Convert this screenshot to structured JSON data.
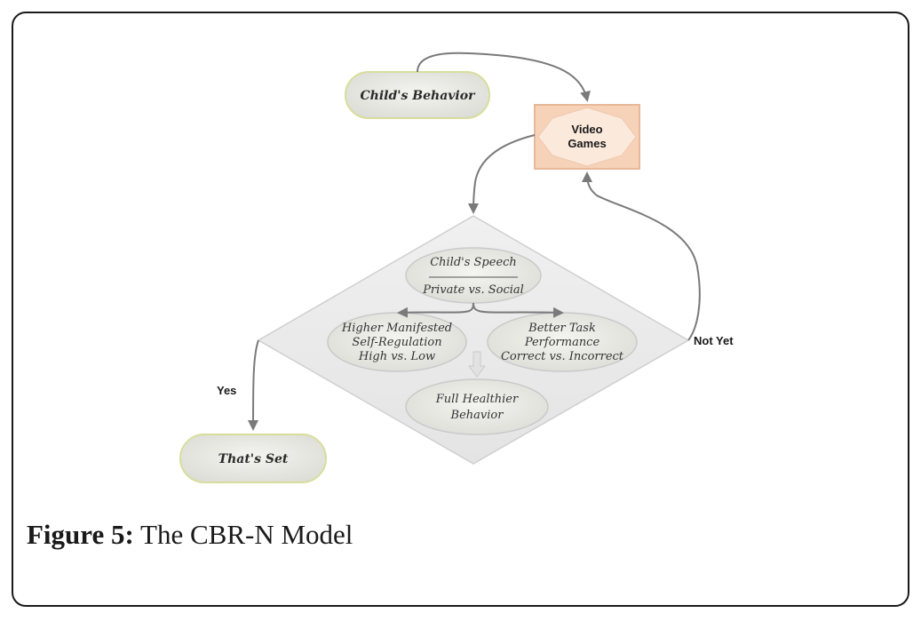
{
  "diagram": {
    "nodes": {
      "childs_behavior": "Child's Behavior",
      "video_games": [
        "Video",
        "Games"
      ],
      "childs_speech": [
        "Child's Speech",
        "Private vs. Social"
      ],
      "self_regulation": [
        "Higher Manifested",
        "Self-Regulation",
        "High vs. Low"
      ],
      "task_performance": [
        "Better Task",
        "Performance",
        "Correct vs. Incorrect"
      ],
      "full_healthier": [
        "Full Healthier",
        "Behavior"
      ],
      "thats_set": "That's Set"
    },
    "edges": {
      "yes": "Yes",
      "not_yet": "Not Yet"
    },
    "colors": {
      "pill_fill": "#efefe6",
      "pill_stroke": "#d9dea0",
      "diamond_fill": "#eaeaea",
      "video_fill": "#f7d9c4",
      "arrow": "#7a7a7a"
    }
  },
  "caption": {
    "label": "Figure 5:",
    "text": " The CBR-N Model"
  }
}
